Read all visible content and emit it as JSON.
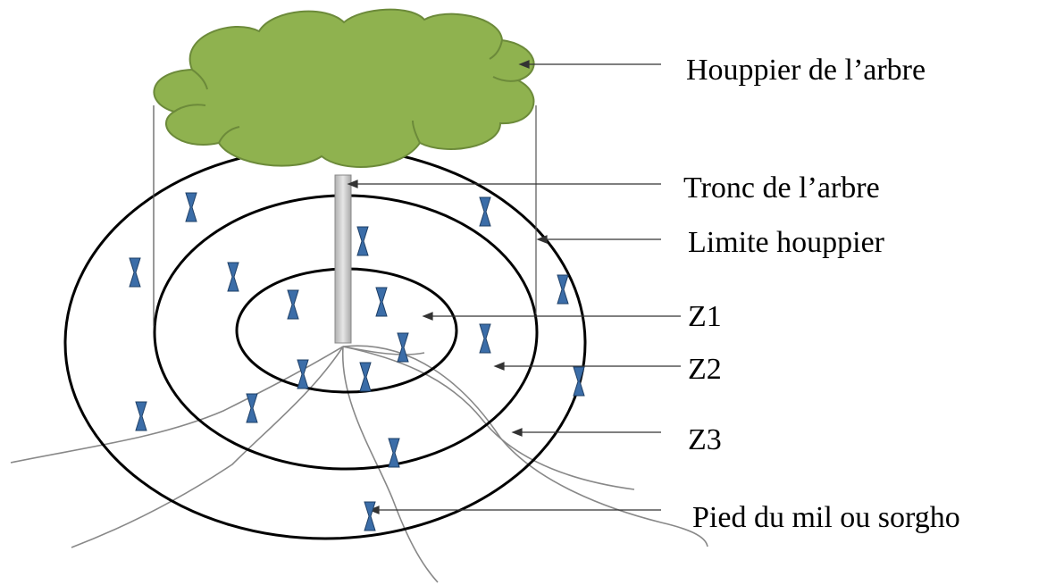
{
  "labels": {
    "crown": "Houppier de l’arbre",
    "trunk": "Tronc de l’arbre",
    "crown_limit": "Limite houppier",
    "zone1": "Z1",
    "zone2": "Z2",
    "zone3": "Z3",
    "plant": "Pied du mil ou sorgho"
  },
  "colors": {
    "crown_fill": "#8fb24f",
    "crown_stroke": "#6c8a3a",
    "trunk_fill": "#c8c8c8",
    "plant_fill": "#3b6da8",
    "plant_stroke": "#1e3f66",
    "ring_stroke": "#000000",
    "root_stroke": "#888888"
  }
}
